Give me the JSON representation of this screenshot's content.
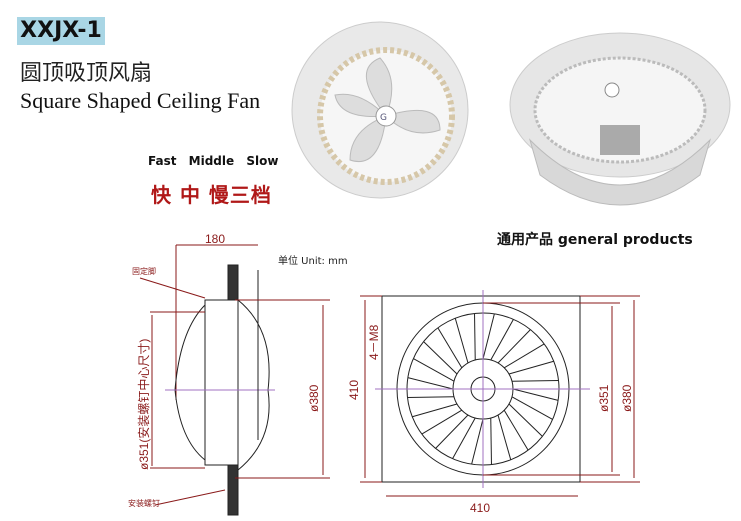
{
  "header": {
    "model": "XXJX-1",
    "title_cn": "圆顶吸顶风扇",
    "title_en": "Square Shaped Ceiling Fan"
  },
  "speeds": {
    "labels_en": "Fast Middle Slow",
    "labels_cn": "快 中 慢三档"
  },
  "general_products": "通用产品 general products",
  "drawing": {
    "unit": "单位 Unit: mm",
    "side_view": {
      "depth": "180",
      "diameter": "ø380",
      "mount_center": "ø351(安装螺钉中心尺寸)",
      "label_top": "固定脚",
      "label_bottom": "安装螺钉"
    },
    "front_view": {
      "height": "410",
      "width": "410",
      "screws": "4－M8",
      "inner_diameter": "ø351",
      "outer_diameter": "ø380"
    }
  },
  "colors": {
    "badge": "#a9d6e5",
    "speed_cn": "#b01818",
    "dimension": "#8a1a1a"
  }
}
